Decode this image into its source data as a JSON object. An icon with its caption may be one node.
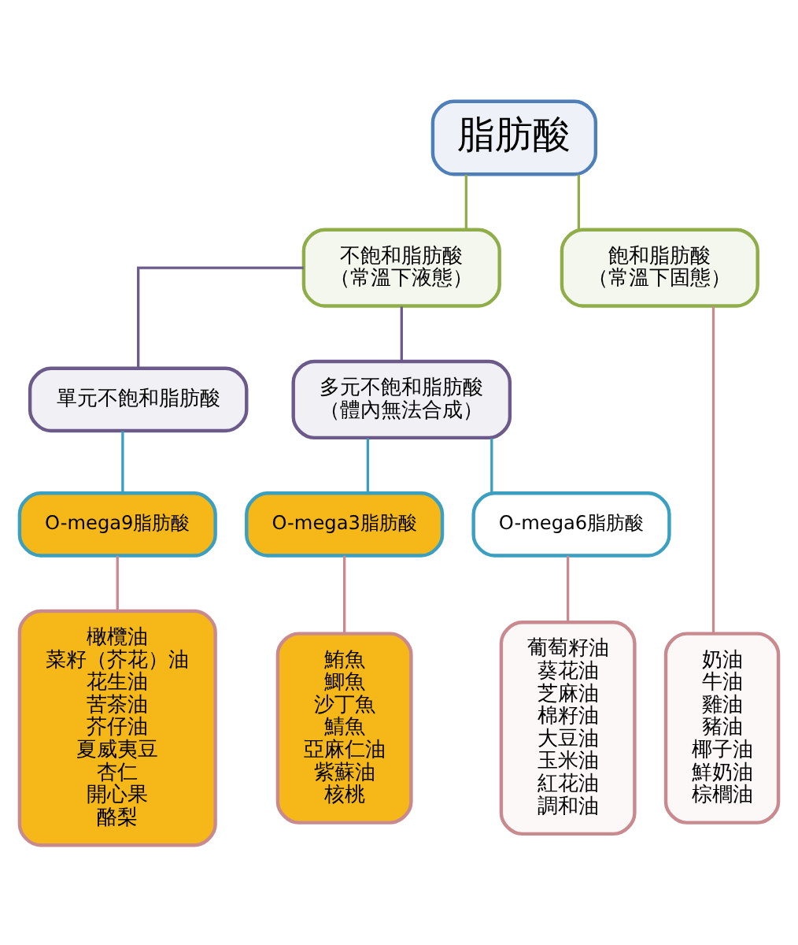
{
  "diagram": {
    "nodes": [
      {
        "text": [
          "脂肪酸"
        ]
      },
      {
        "text": [
          "不飽和脂肪酸",
          "（常溫下液態）"
        ]
      },
      {
        "text": [
          "飽和脂肪酸",
          "（常溫下固態）"
        ]
      },
      {
        "text": [
          "單元不飽和脂肪酸"
        ]
      },
      {
        "text": [
          "多元不飽和脂肪酸",
          "（體內無法合成）"
        ]
      },
      {
        "text": [
          "O-mega9脂肪酸"
        ]
      },
      {
        "text": [
          "O-mega3脂肪酸"
        ]
      },
      {
        "text": [
          "O-mega6脂肪酸"
        ]
      },
      {
        "text": [
          "橄欖油",
          "菜籽（芥花）油",
          "花生油",
          "苦茶油",
          "芥仔油",
          "夏威夷豆",
          "杏仁",
          "開心果",
          "酪梨"
        ]
      },
      {
        "text": [
          "鮪魚",
          "鯽魚",
          "沙丁魚",
          "鯖魚",
          "亞麻仁油",
          "紫蘇油",
          "核桃"
        ]
      },
      {
        "text": [
          "葡萄籽油",
          "葵花油",
          "芝麻油",
          "棉籽油",
          "大豆油",
          "玉米油",
          "紅花油",
          "調和油"
        ]
      },
      {
        "text": [
          "奶油",
          "牛油",
          "雞油",
          "豬油",
          "椰子油",
          "鮮奶油",
          "棕櫚油"
        ]
      }
    ],
    "edges": [
      {
        "from": 0,
        "to": 1,
        "arrow": "none",
        "color": "#8fae4a"
      },
      {
        "from": 0,
        "to": 2,
        "arrow": "none",
        "color": "#8fae4a"
      },
      {
        "from": 1,
        "to": 3,
        "arrow": "none",
        "color": "#6b5a8a"
      },
      {
        "from": 1,
        "to": 4,
        "arrow": "none",
        "color": "#6b5a8a"
      },
      {
        "from": 3,
        "to": 5,
        "arrow": "none",
        "color": "#3a9fc0"
      },
      {
        "from": 4,
        "to": 6,
        "arrow": "none",
        "color": "#3a9fc0"
      },
      {
        "from": 4,
        "to": 7,
        "arrow": "none",
        "color": "#3a9fc0"
      },
      {
        "from": 5,
        "to": 8,
        "arrow": "none",
        "color": "#c98a8f"
      },
      {
        "from": 6,
        "to": 9,
        "arrow": "none",
        "color": "#c98a8f"
      },
      {
        "from": 7,
        "to": 10,
        "arrow": "none",
        "color": "#c98a8f"
      },
      {
        "from": 2,
        "to": 11,
        "arrow": "none",
        "color": "#c98a8f"
      }
    ]
  }
}
